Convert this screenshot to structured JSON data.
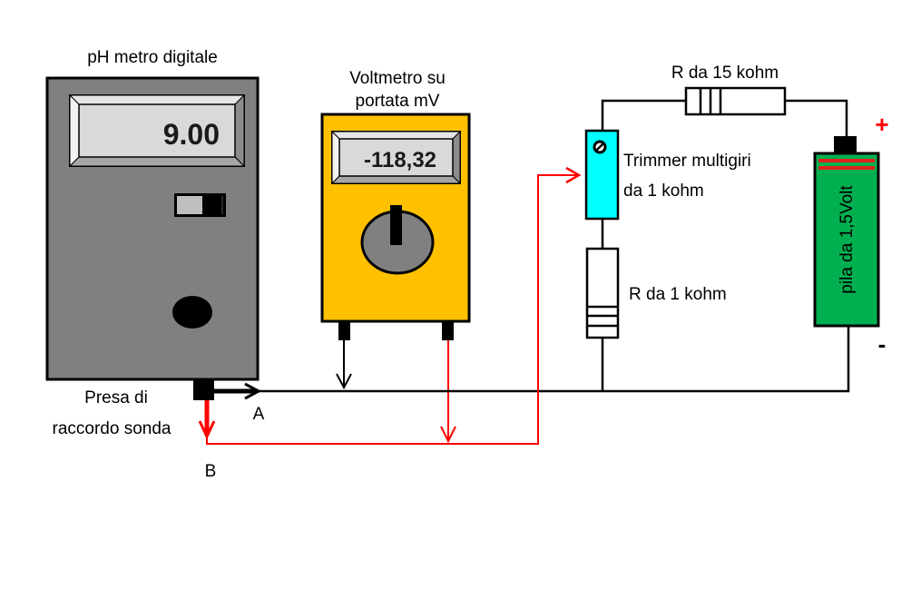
{
  "colors": {
    "ph_meter_body": "#808080",
    "voltmeter_body": "#FFC000",
    "trimmer_body": "#00FFFF",
    "battery_body": "#00B050",
    "battery_stripes": "#E0201A",
    "wire_black": "#000000",
    "wire_red": "#FF0000",
    "display_face": "#D9D9D9"
  },
  "ph_meter": {
    "title": "pH metro digitale",
    "display_value": "9.00",
    "switch_icon": "toggle-switch",
    "knob_icon": "black-knob"
  },
  "voltmeter": {
    "title_line1": "Voltmetro su",
    "title_line2": "portata mV",
    "display_value": "-118,32",
    "dial_icon": "rotary-selector"
  },
  "probe_socket": {
    "label_line1": "Presa di",
    "label_line2": "raccordo sonda",
    "terminal_a": "A",
    "terminal_b": "B"
  },
  "circuit": {
    "resistor_top_label": "R da 15 kohm",
    "trimmer_label_line1": "Trimmer multigiri",
    "trimmer_label_line2": "da 1 kohm",
    "resistor_bottom_label": "R da 1 kohm",
    "battery_label": "pila da 1,5Volt",
    "plus_sign": "+",
    "minus_sign": "-"
  }
}
